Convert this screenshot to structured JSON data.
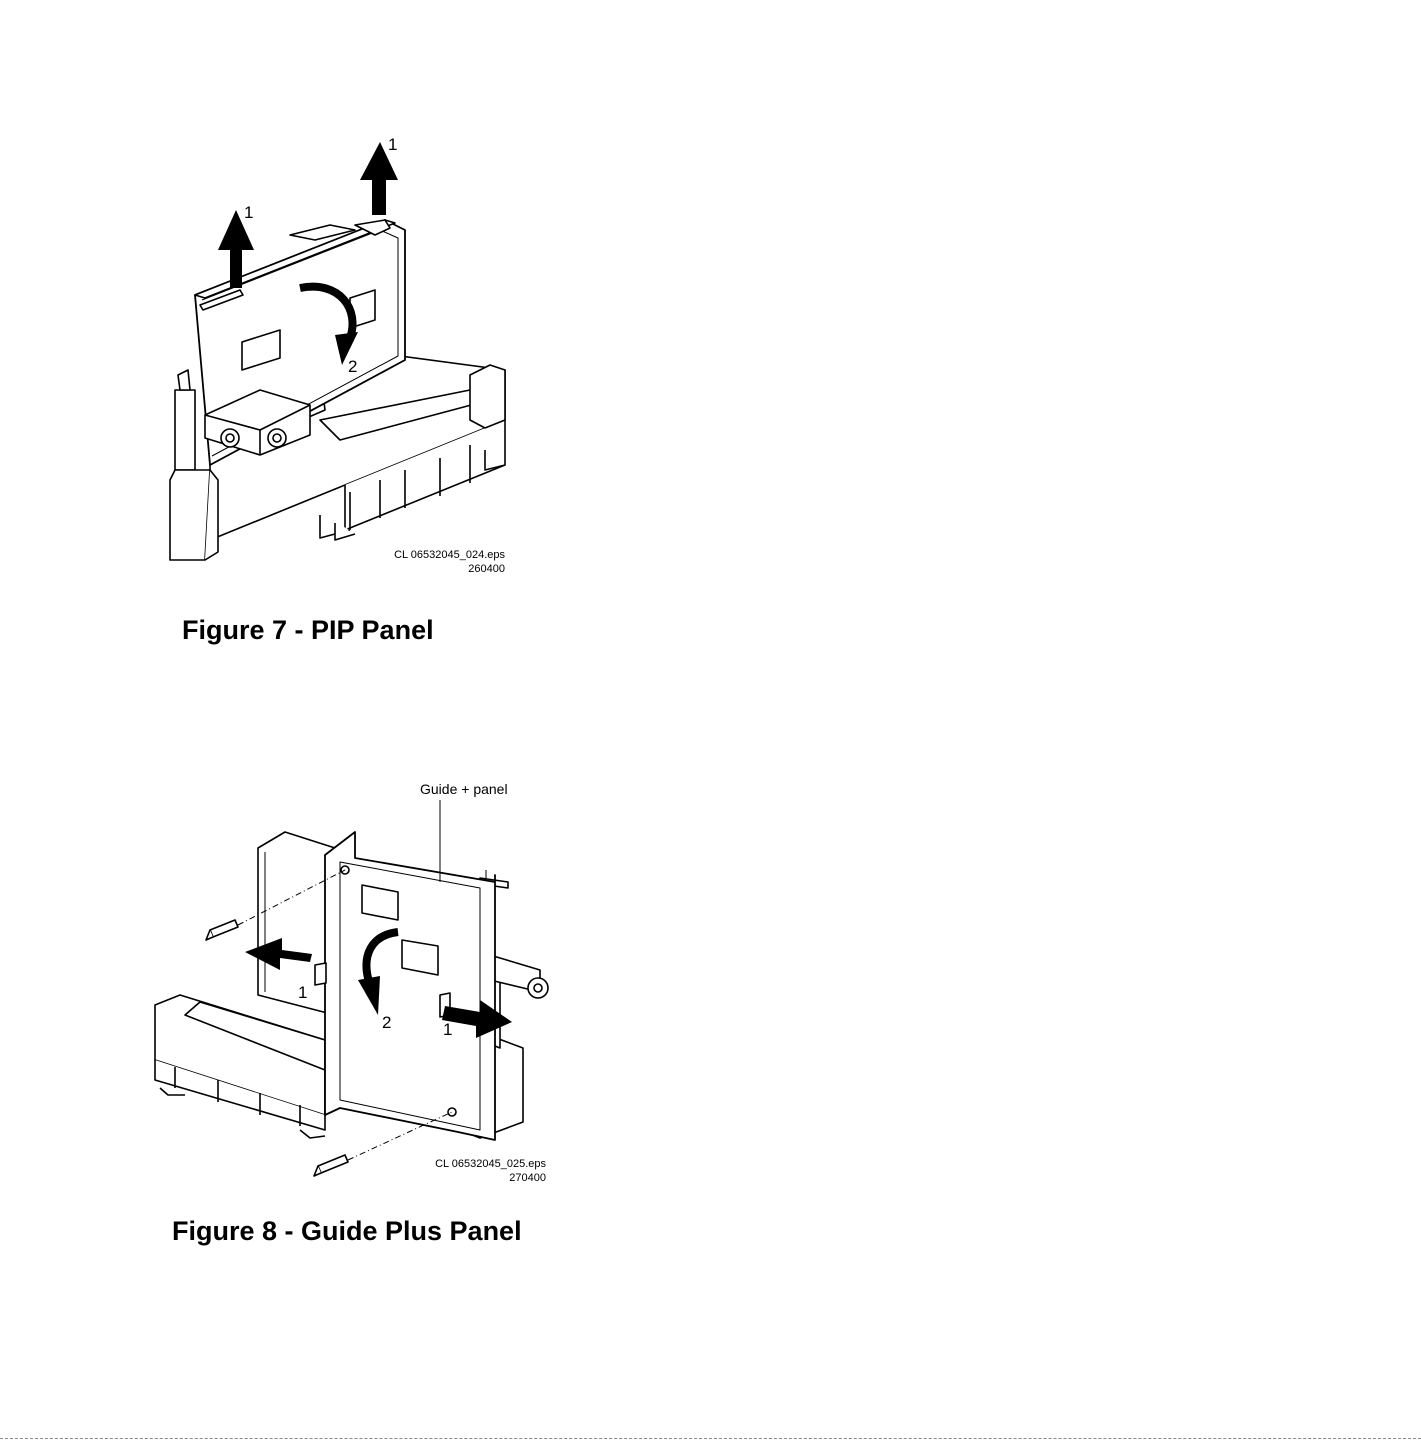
{
  "figure7": {
    "caption": "Figure 7 - PIP Panel",
    "file_name": "CL 06532045_024.eps",
    "file_date": "260400",
    "step_labels": [
      "1",
      "1",
      "2"
    ]
  },
  "figure8": {
    "caption": "Figure 8 - Guide Plus Panel",
    "file_name": "CL 06532045_025.eps",
    "file_date": "270400",
    "part_label": "Guide + panel",
    "step_labels": [
      "1",
      "1",
      "2"
    ]
  }
}
